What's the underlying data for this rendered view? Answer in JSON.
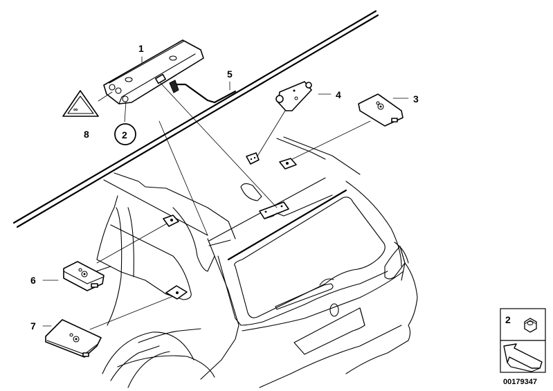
{
  "diagram": {
    "title": "Antenna components, rear (exploded parts view)",
    "callouts": [
      {
        "number": "1",
        "part": "antenna-amplifier-roof"
      },
      {
        "number": "2",
        "part": "hex-nut",
        "circled": true
      },
      {
        "number": "3",
        "part": "antenna-module-right"
      },
      {
        "number": "4",
        "part": "interference-suppression-filter"
      },
      {
        "number": "5",
        "part": "antenna-cable"
      },
      {
        "number": "6",
        "part": "antenna-module-left"
      },
      {
        "number": "7",
        "part": "antenna-module-lower-left"
      },
      {
        "number": "8",
        "part": "warning-label-triangle"
      }
    ],
    "legend": {
      "item_number": "2",
      "item_icon": "hex-nut-icon",
      "arrow_icon": "direction-arrow-icon"
    },
    "diagram_id": "00179347"
  }
}
